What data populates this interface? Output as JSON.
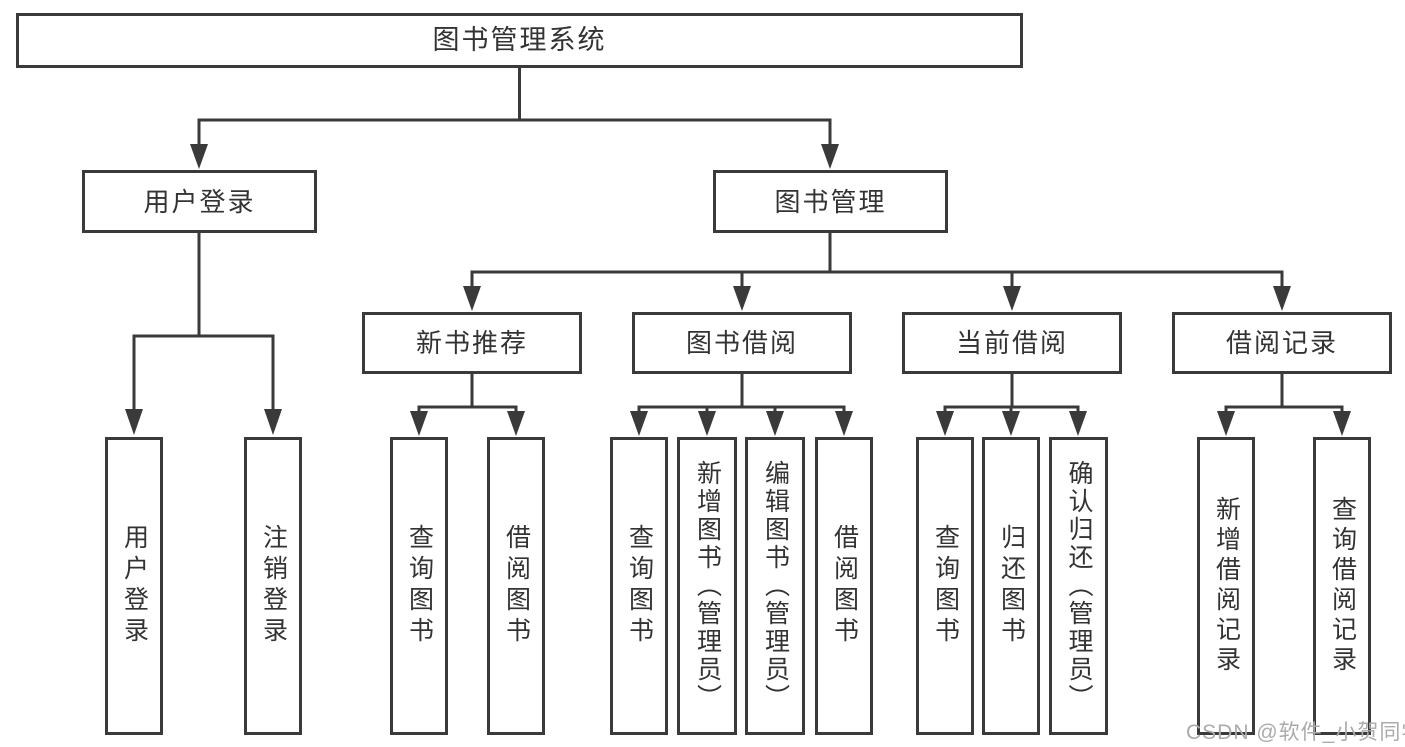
{
  "colors": {
    "line": "#3a3a3a",
    "text": "#333333",
    "watermark": "#ababab",
    "background": "#ffffff"
  },
  "watermark": {
    "text": "CSDN @软件_小贺同学"
  },
  "tree": {
    "root": {
      "label": "图书管理系统"
    },
    "login": {
      "label": "用户登录",
      "children": [
        {
          "label": "用户登录"
        },
        {
          "label": "注销登录"
        }
      ]
    },
    "management": {
      "label": "图书管理",
      "sections": [
        {
          "label": "新书推荐",
          "children": [
            {
              "label": "查询图书"
            },
            {
              "label": "借阅图书"
            }
          ]
        },
        {
          "label": "图书借阅",
          "children": [
            {
              "label": "查询图书"
            },
            {
              "label": "新增图书（管理员）"
            },
            {
              "label": "编辑图书（管理员）"
            },
            {
              "label": "借阅图书"
            }
          ]
        },
        {
          "label": "当前借阅",
          "children": [
            {
              "label": "查询图书"
            },
            {
              "label": "归还图书"
            },
            {
              "label": "确认归还（管理员）"
            }
          ]
        },
        {
          "label": "借阅记录",
          "children": [
            {
              "label": "新增借阅记录"
            },
            {
              "label": "查询借阅记录"
            }
          ]
        }
      ]
    }
  }
}
